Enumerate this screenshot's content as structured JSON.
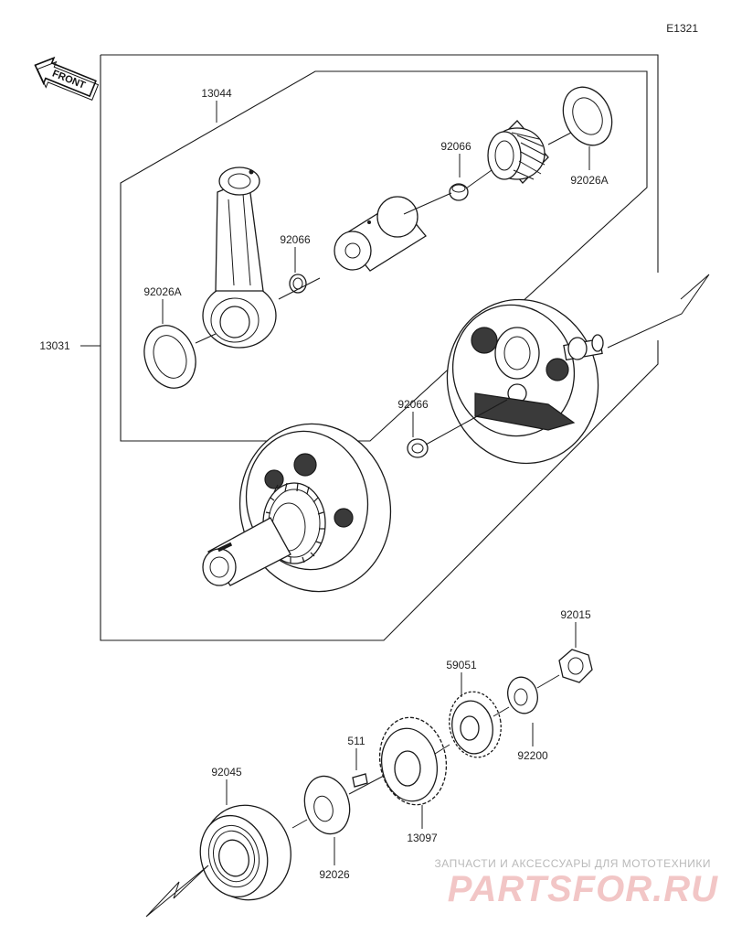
{
  "diagram": {
    "code": "E1321",
    "front_label": "FRONT",
    "parts": {
      "p13044": "13044",
      "p13031": "13031",
      "p92066_a": "92066",
      "p92066_b": "92066",
      "p92066_c": "92066",
      "p92026A_right": "92026A",
      "p92026A_left": "92026A",
      "p92015": "92015",
      "p59051": "59051",
      "p92200": "92200",
      "p511": "511",
      "p92045": "92045",
      "p92026": "92026",
      "p13097": "13097"
    }
  },
  "watermark": {
    "tagline": "ЗАПЧАСТИ И АКСЕССУАРЫ ДЛЯ МОТОТЕХНИКИ",
    "logo": "PARTSFOR.RU"
  }
}
